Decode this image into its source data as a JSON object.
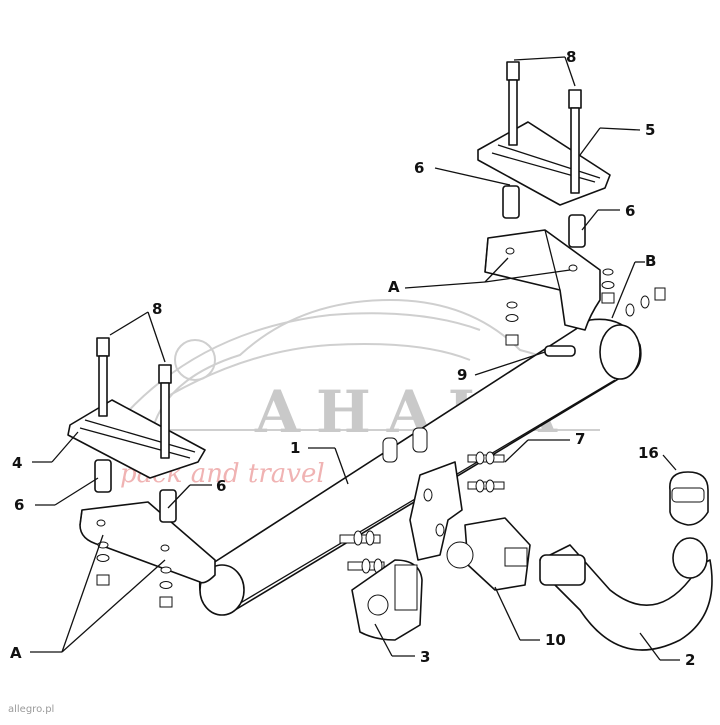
{
  "watermark": {
    "brand": "AHAKA",
    "tagline": "pack and travel",
    "brand_color": "#c9c9c9",
    "tagline_color": "#f0b3b3"
  },
  "callouts": {
    "c1": "1",
    "c2": "2",
    "c3": "3",
    "c4": "4",
    "c5": "5",
    "c6a": "6",
    "c6b": "6",
    "c6c": "6",
    "c6d": "6",
    "c7": "7",
    "c8a": "8",
    "c8b": "8",
    "c9": "9",
    "c10": "10",
    "c16": "16",
    "cA1": "A",
    "cA2": "A",
    "cB": "B"
  },
  "footer": {
    "source": "allegro.pl"
  }
}
